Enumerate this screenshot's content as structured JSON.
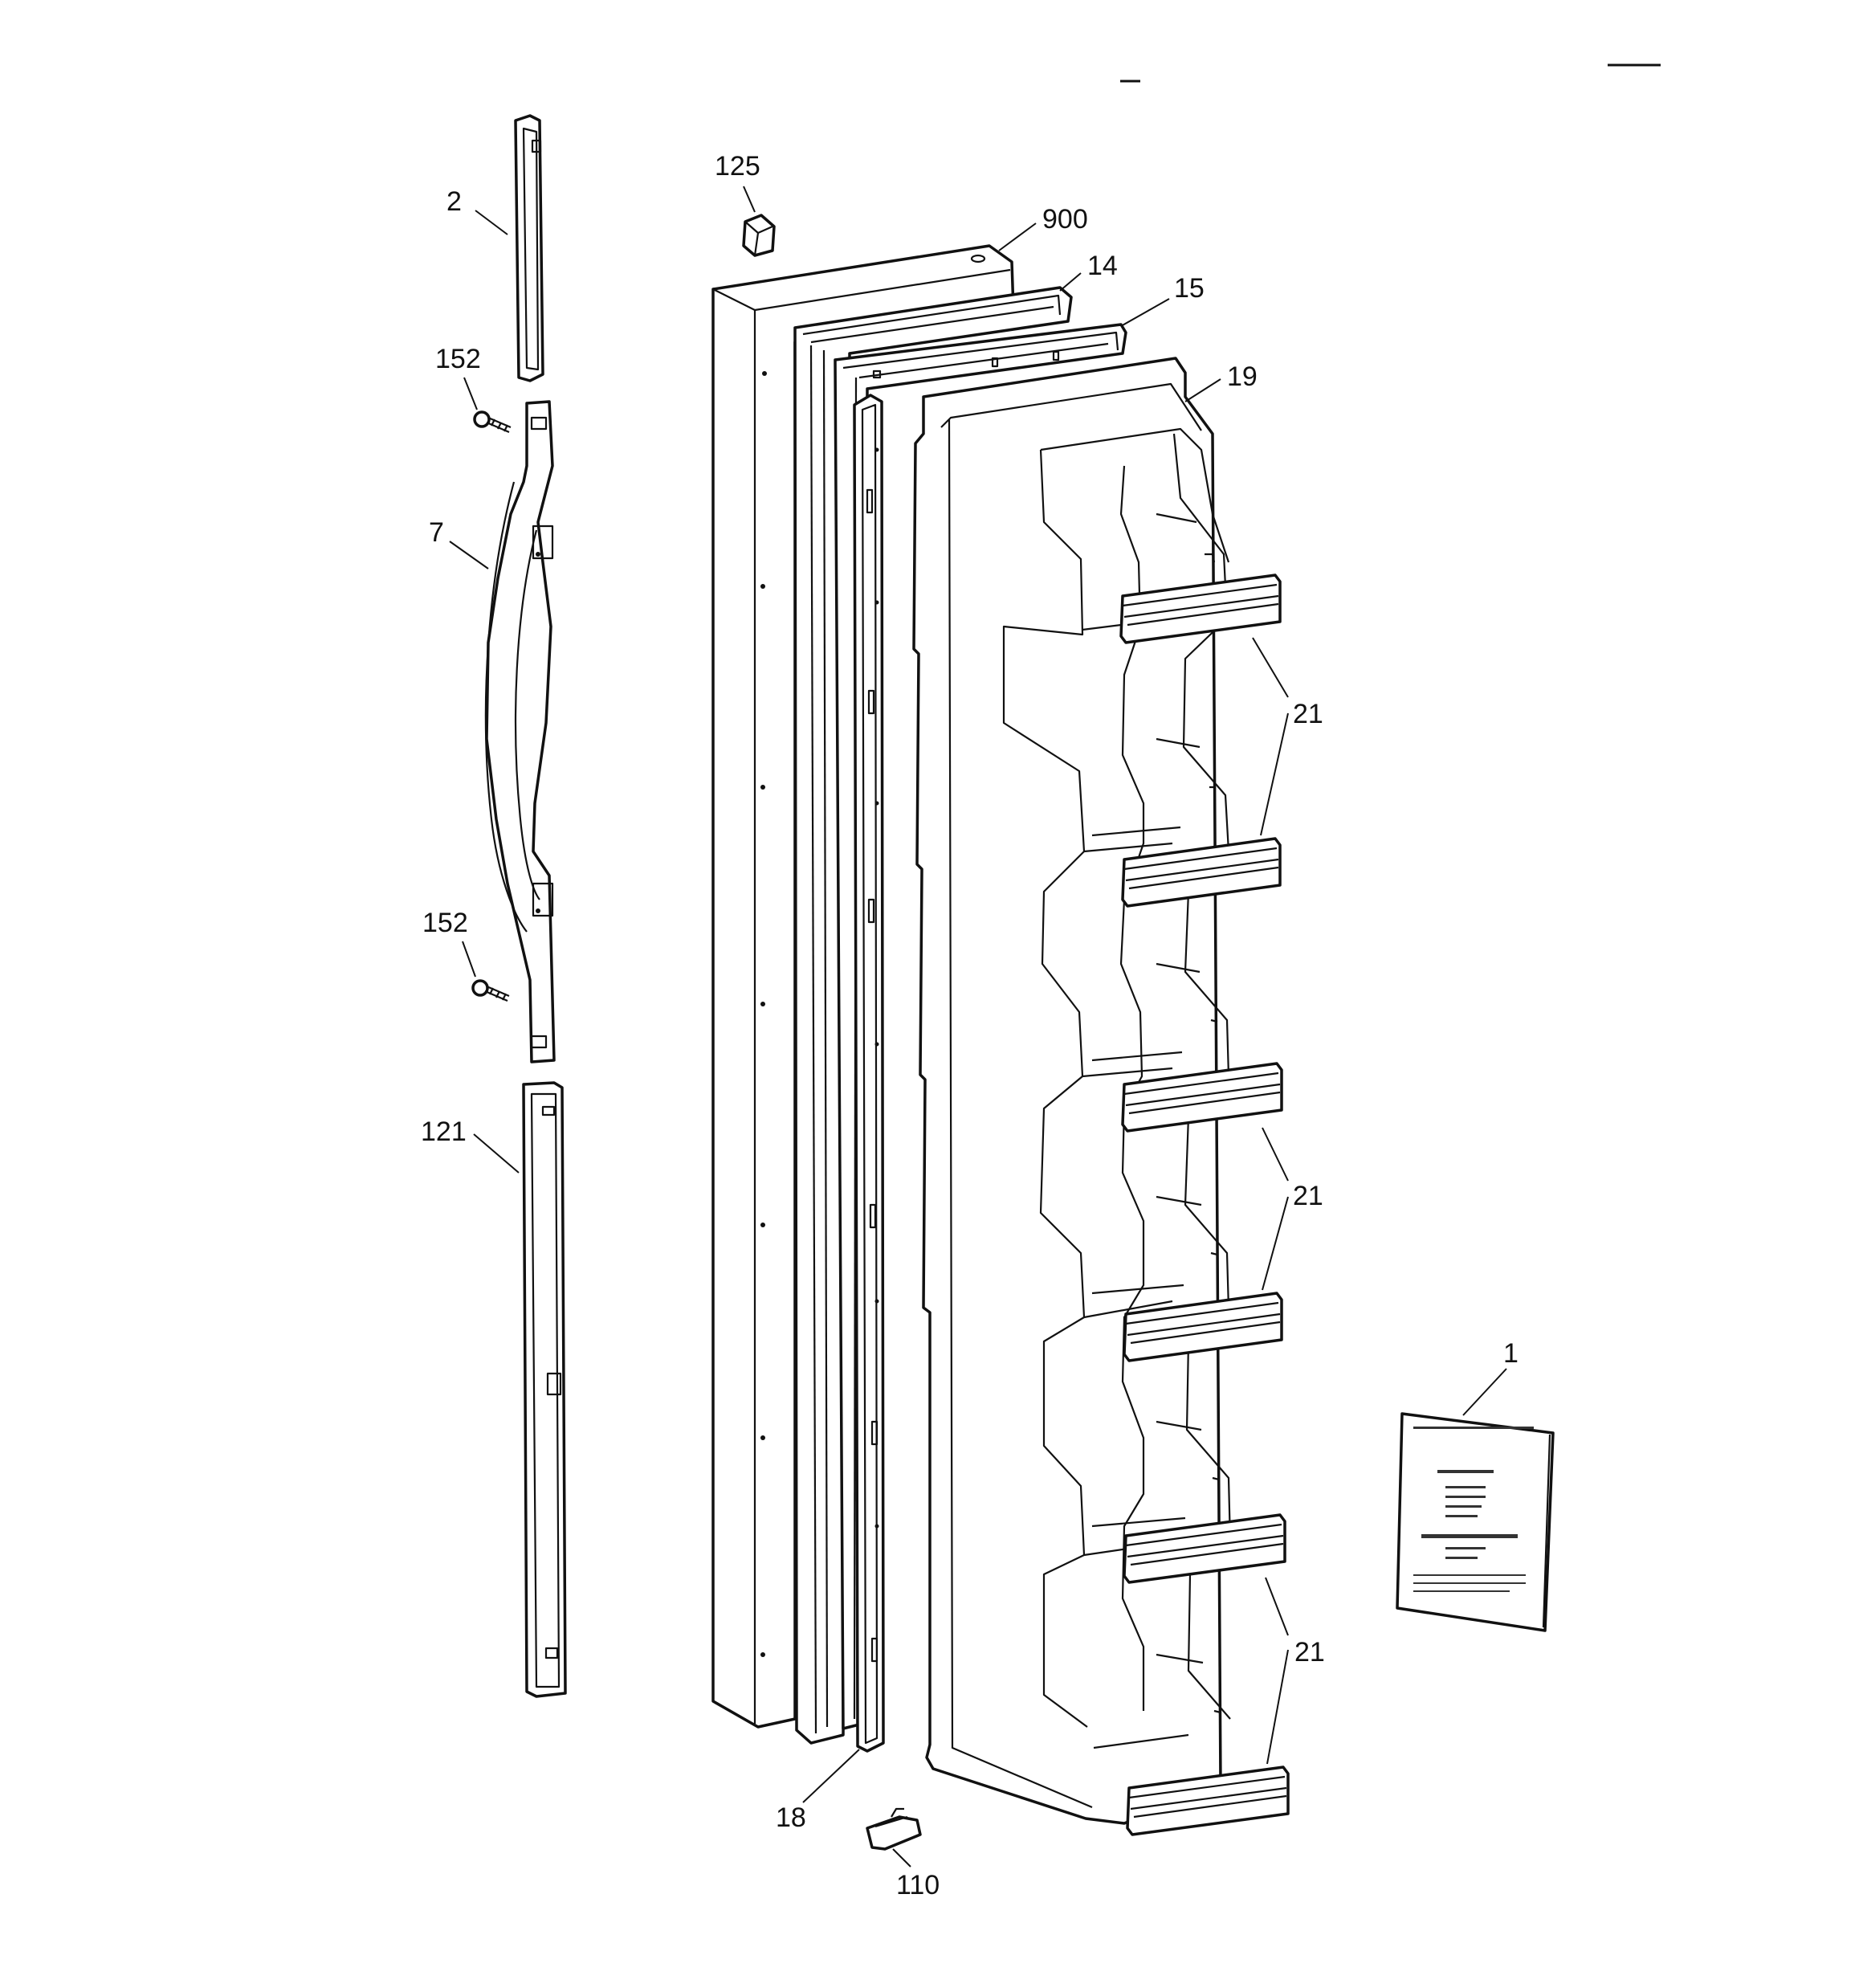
{
  "diagram": {
    "callouts": [
      {
        "id": "2",
        "text": "2"
      },
      {
        "id": "152a",
        "text": "152"
      },
      {
        "id": "7",
        "text": "7"
      },
      {
        "id": "152b",
        "text": "152"
      },
      {
        "id": "121",
        "text": "121"
      },
      {
        "id": "125",
        "text": "125"
      },
      {
        "id": "900",
        "text": "900"
      },
      {
        "id": "14",
        "text": "14"
      },
      {
        "id": "15",
        "text": "15"
      },
      {
        "id": "19",
        "text": "19"
      },
      {
        "id": "21a",
        "text": "21"
      },
      {
        "id": "21b",
        "text": "21"
      },
      {
        "id": "21c",
        "text": "21"
      },
      {
        "id": "1",
        "text": "1"
      },
      {
        "id": "18",
        "text": "18"
      },
      {
        "id": "110",
        "text": "110"
      }
    ]
  }
}
